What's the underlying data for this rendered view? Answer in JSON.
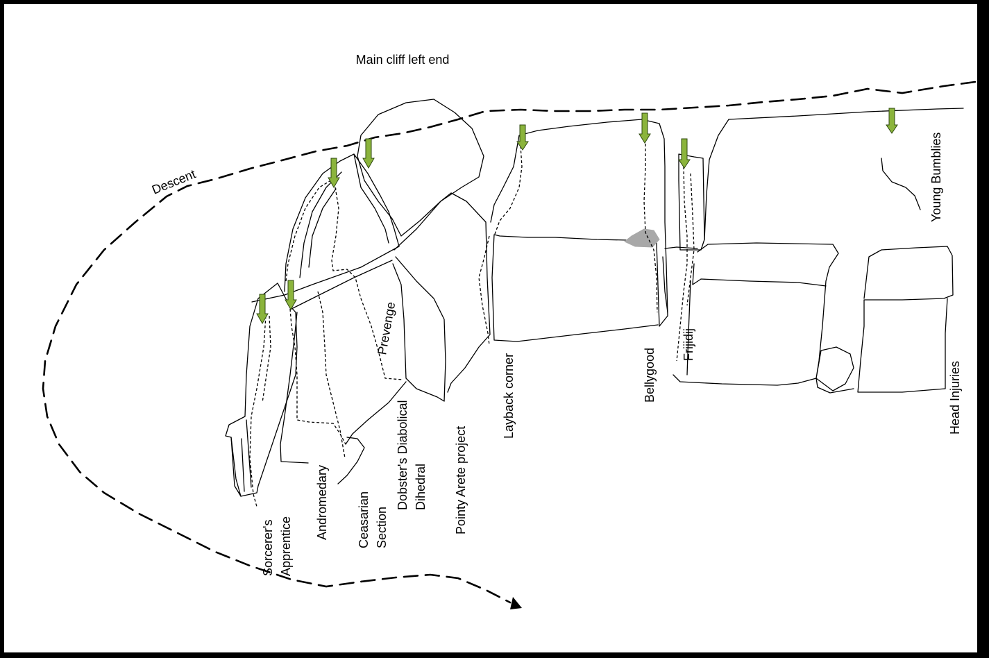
{
  "title": "Main cliff left end",
  "descent_label": "Descent",
  "routes": [
    {
      "id": "sorcerers-apprentice",
      "lines": [
        "Sorcerer's",
        "Apprentice"
      ]
    },
    {
      "id": "andromedary",
      "lines": [
        "Andromedary"
      ]
    },
    {
      "id": "ceasarian-section",
      "lines": [
        "Ceasarian",
        "Section"
      ]
    },
    {
      "id": "prevenge",
      "lines": [
        "Prevenge"
      ]
    },
    {
      "id": "dobsters-diabolical-dihedral",
      "lines": [
        "Dobster's Diabolical",
        "Dihedral"
      ]
    },
    {
      "id": "pointy-arete-project",
      "lines": [
        "Pointy  Arete project"
      ]
    },
    {
      "id": "layback-corner",
      "lines": [
        "Layback corner"
      ]
    },
    {
      "id": "bellygood",
      "lines": [
        "Bellygood"
      ]
    },
    {
      "id": "frijidij",
      "lines": [
        "Frijidij"
      ]
    },
    {
      "id": "young-bumblies",
      "lines": [
        "Young Bumblies"
      ]
    },
    {
      "id": "head-injuries",
      "lines": [
        "Head Injuries"
      ]
    }
  ],
  "colors": {
    "frame": "#000000",
    "background": "#ffffff",
    "arrow": "#8bb43c",
    "chockstone": "#a8a8a8"
  }
}
